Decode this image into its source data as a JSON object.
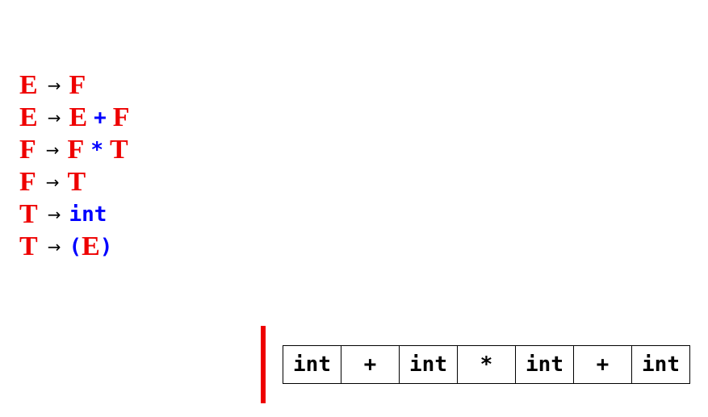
{
  "colors": {
    "nonterminal": "#ee0000",
    "terminal": "#0000ff",
    "cursor": "#ee0000"
  },
  "arrow": "→",
  "grammar": [
    {
      "lhs": "E",
      "rhs": [
        {
          "text": "F",
          "kind": "nonterminal"
        }
      ]
    },
    {
      "lhs": "E",
      "rhs": [
        {
          "text": "E",
          "kind": "nonterminal"
        },
        {
          "text": "+",
          "kind": "terminal"
        },
        {
          "text": "F",
          "kind": "nonterminal"
        }
      ]
    },
    {
      "lhs": "F",
      "rhs": [
        {
          "text": "F",
          "kind": "nonterminal"
        },
        {
          "text": "*",
          "kind": "terminal"
        },
        {
          "text": "T",
          "kind": "nonterminal"
        }
      ]
    },
    {
      "lhs": "F",
      "rhs": [
        {
          "text": "T",
          "kind": "nonterminal"
        }
      ]
    },
    {
      "lhs": "T",
      "rhs": [
        {
          "text": "int",
          "kind": "terminal"
        }
      ]
    },
    {
      "lhs": "T",
      "rhs": [
        {
          "text": "(",
          "kind": "terminal"
        },
        {
          "text": "E",
          "kind": "nonterminal"
        },
        {
          "text": ")",
          "kind": "terminal"
        }
      ]
    }
  ],
  "input_tokens": [
    "int",
    "+",
    "int",
    "*",
    "int",
    "+",
    "int"
  ]
}
